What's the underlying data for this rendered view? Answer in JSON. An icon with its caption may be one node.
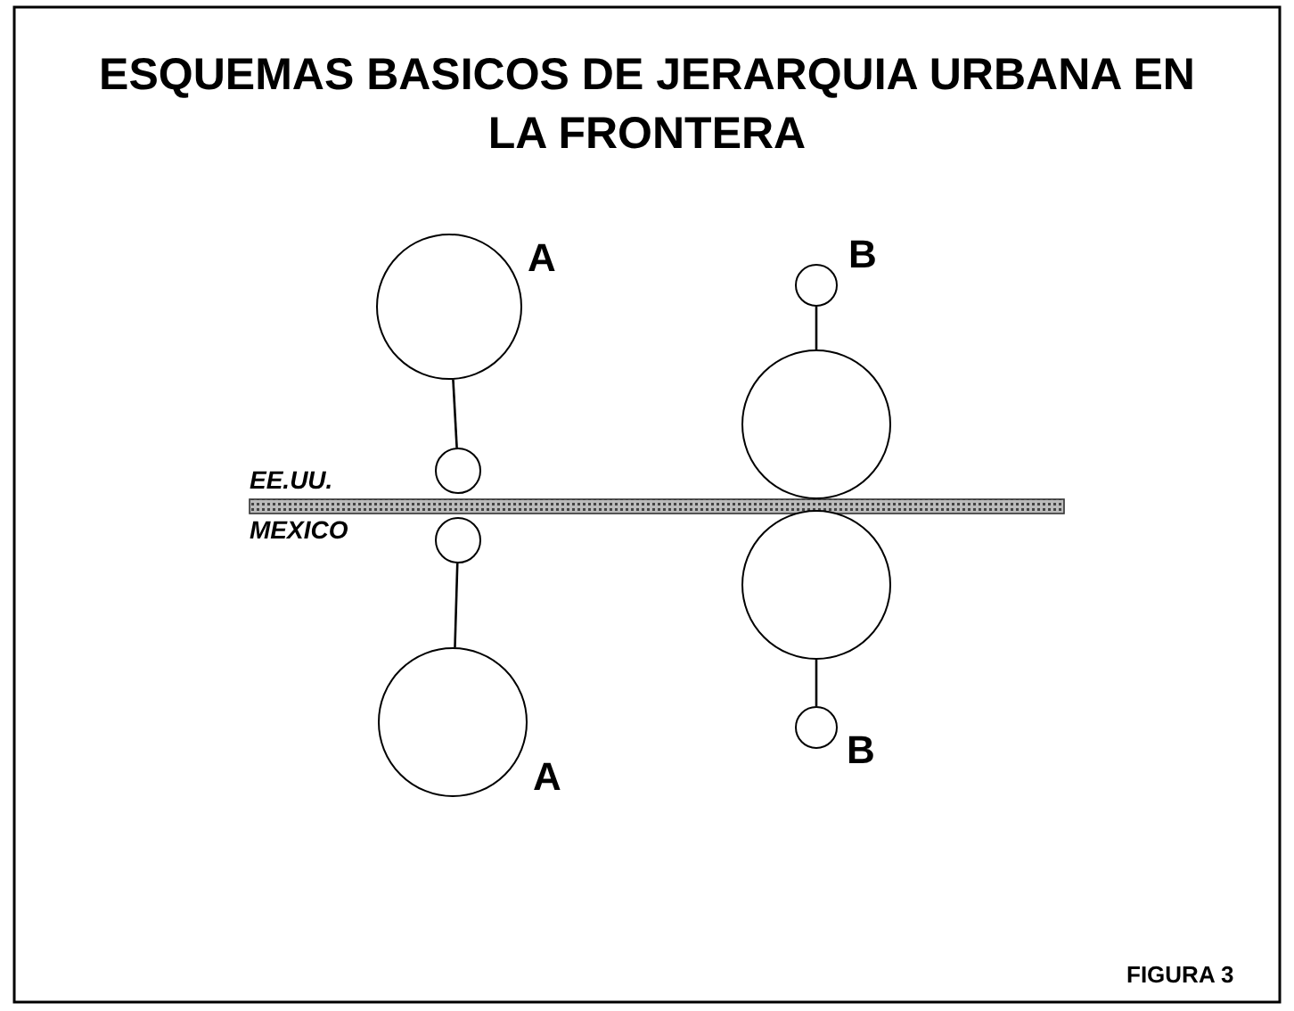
{
  "diagram": {
    "title": "ESQUEMAS BASICOS DE JERARQUIA URBANA EN LA FRONTERA",
    "nodes": [
      {
        "text": [],
        "shape": "circle",
        "beside": [
          "A"
        ]
      },
      {
        "text": [],
        "shape": "circle"
      },
      {
        "text": [],
        "shape": "circle"
      },
      {
        "text": [],
        "shape": "circle",
        "beside": [
          "A"
        ]
      },
      {
        "text": [],
        "shape": "circle",
        "beside": [
          "B"
        ]
      },
      {
        "text": [],
        "shape": "circle"
      },
      {
        "text": [],
        "shape": "circle"
      },
      {
        "text": [],
        "shape": "circle",
        "beside": [
          "B"
        ]
      }
    ],
    "edges": [
      {
        "from": 0,
        "to": 1,
        "arrow": "none"
      },
      {
        "from": 2,
        "to": 3,
        "arrow": "none"
      },
      {
        "from": 4,
        "to": 5,
        "arrow": "none"
      },
      {
        "from": 6,
        "to": 7,
        "arrow": "none"
      }
    ],
    "labels": [
      "EE.UU.",
      "MEXICO",
      "FIGURA 3"
    ]
  }
}
